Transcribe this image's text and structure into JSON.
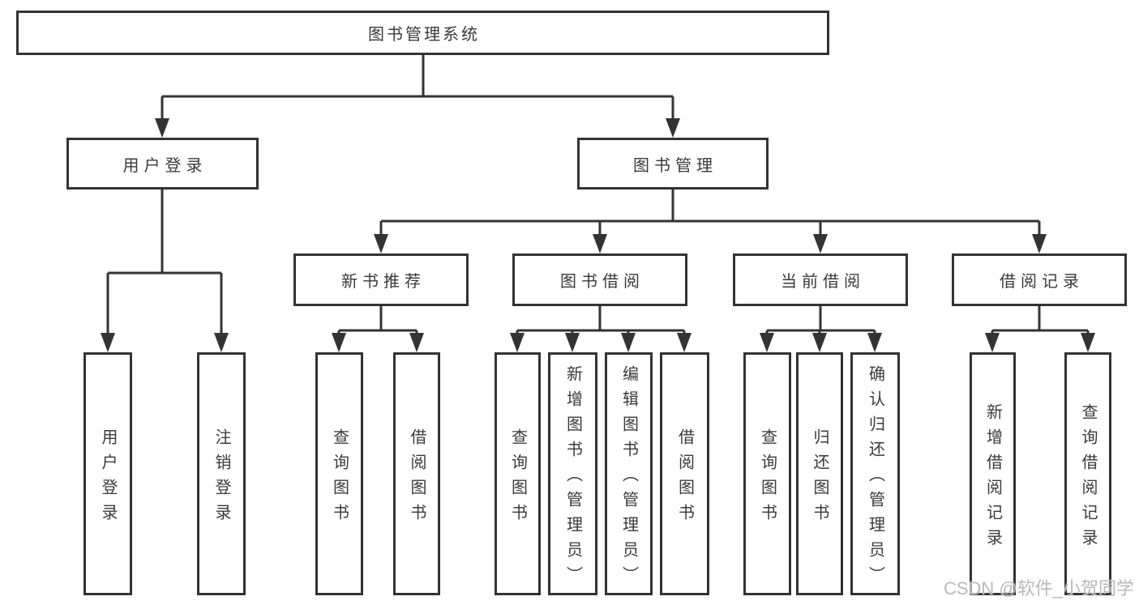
{
  "tree": {
    "label": "图书管理系统",
    "children": [
      {
        "label": "用户登录",
        "children": [
          {
            "label": "用户登录"
          },
          {
            "label": "注销登录"
          }
        ]
      },
      {
        "label": "图书管理",
        "children": [
          {
            "label": "新书推荐",
            "children": [
              {
                "label": "查询图书"
              },
              {
                "label": "借阅图书"
              }
            ]
          },
          {
            "label": "图书借阅",
            "children": [
              {
                "label": "查询图书"
              },
              {
                "label": "新增图书（管理员）"
              },
              {
                "label": "编辑图书（管理员）"
              },
              {
                "label": "借阅图书"
              }
            ]
          },
          {
            "label": "当前借阅",
            "children": [
              {
                "label": "查询图书"
              },
              {
                "label": "归还图书"
              },
              {
                "label": "确认归还（管理员）"
              }
            ]
          },
          {
            "label": "借阅记录",
            "children": [
              {
                "label": "新增借阅记录"
              },
              {
                "label": "查询借阅记录"
              }
            ]
          }
        ]
      }
    ]
  },
  "watermark": {
    "text": "CSDN @软件_小贺同学"
  },
  "colors": {
    "line": "#333333",
    "text": "#3a3a3a",
    "background": "#ffffff",
    "watermark": "#b8b8b8"
  }
}
